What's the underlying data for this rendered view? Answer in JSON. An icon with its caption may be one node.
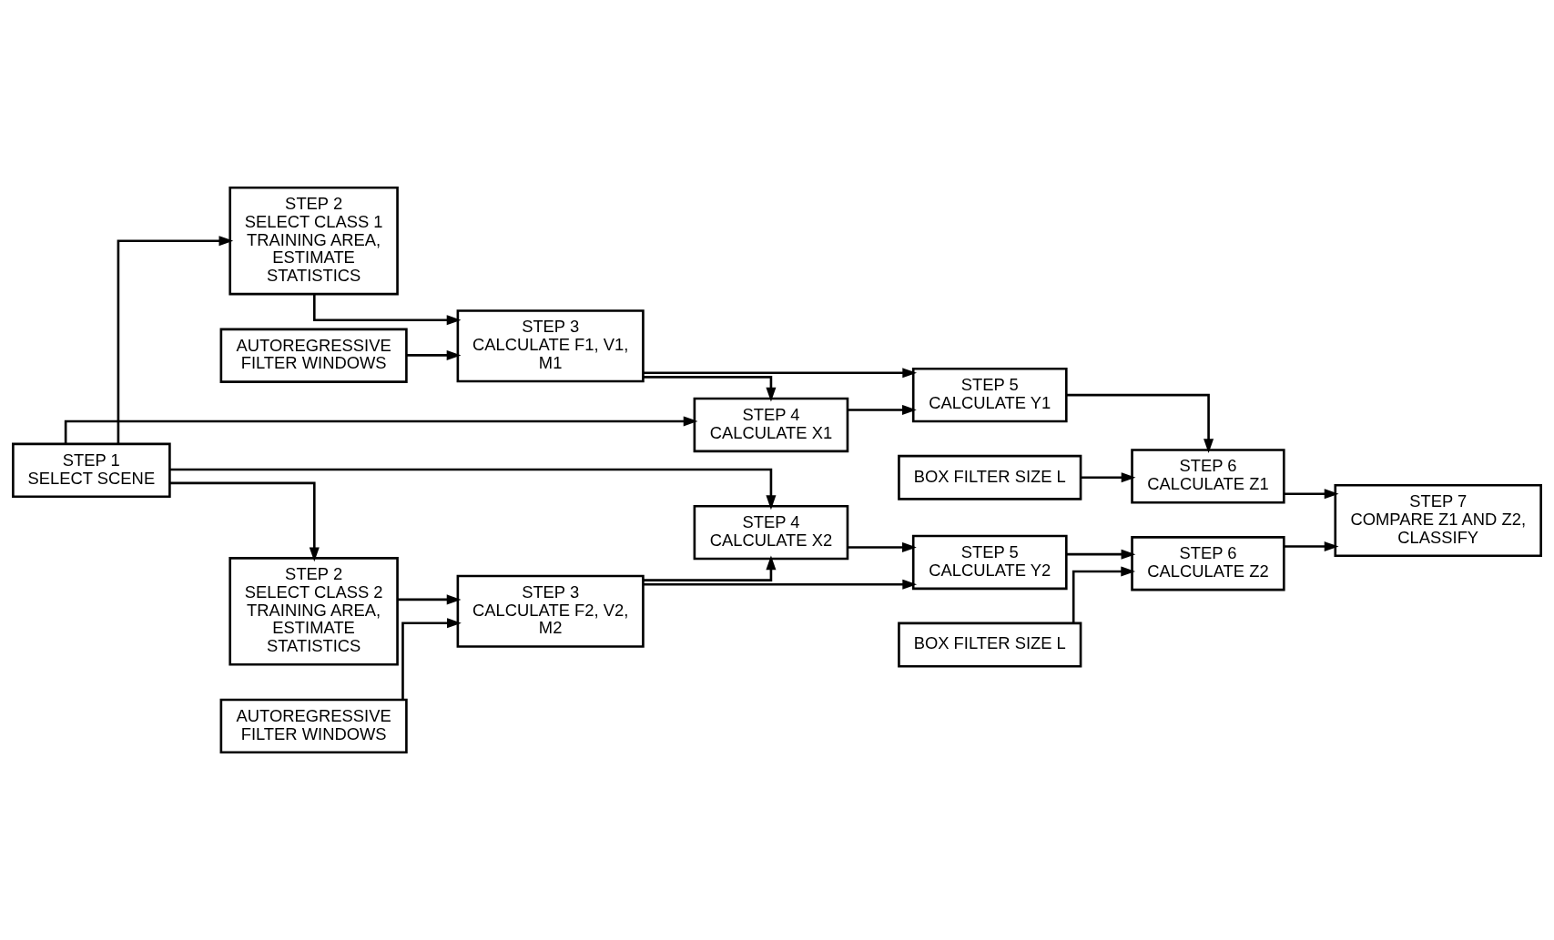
{
  "diagram": {
    "nodes": [
      {
        "text": [
          "STEP 1",
          "SELECT SCENE"
        ]
      },
      {
        "text": [
          "STEP 2",
          "SELECT CLASS 1 TRAINING AREA, ESTIMATE STATISTICS"
        ]
      },
      {
        "text": [
          "STEP 3",
          "CALCULATE F1, V1, M1"
        ]
      },
      {
        "text": [
          "AUTOREGRESSIVE FILTER WINDOWS"
        ]
      },
      {
        "text": [
          "BOX FILTER SIZE L"
        ]
      },
      {
        "text": [
          "STEP 4",
          "CALCULATE X1"
        ]
      },
      {
        "text": [
          "STEP 5",
          "CALCULATE Y1"
        ]
      },
      {
        "text": [
          "STEP 6",
          "CALCULATE Z1"
        ]
      },
      {
        "text": [
          "STEP 7",
          "COMPARE Z1 AND Z2, CLASSIFY"
        ]
      },
      {
        "text": [
          "STEP 4",
          "CALCULATE X2"
        ]
      },
      {
        "text": [
          "STEP 5",
          "CALCULATE Y2"
        ]
      },
      {
        "text": [
          "STEP 6",
          "CALCULATE Z2"
        ]
      },
      {
        "text": [
          "STEP 2",
          "SELECT CLASS 2 TRAINING AREA, ESTIMATE STATISTICS"
        ]
      },
      {
        "text": [
          "STEP 3",
          "CALCULATE F2, V2, M2"
        ]
      },
      {
        "text": [
          "AUTOREGRESSIVE FILTER WINDOWS"
        ]
      },
      {
        "text": [
          "BOX FILTER SIZE L"
        ]
      }
    ],
    "edges": [
      {
        "from": 0,
        "to": 1,
        "arrow": "to"
      },
      {
        "from": 0,
        "to": 12,
        "arrow": "to"
      },
      {
        "from": 0,
        "to": 5,
        "arrow": "to"
      },
      {
        "from": 0,
        "to": 9,
        "arrow": "to"
      },
      {
        "from": 1,
        "to": 2,
        "arrow": "to"
      },
      {
        "from": 3,
        "to": 2,
        "arrow": "to"
      },
      {
        "from": 2,
        "to": 5,
        "arrow": "to"
      },
      {
        "from": 2,
        "to": 6,
        "arrow": "to"
      },
      {
        "from": 4,
        "to": 7,
        "arrow": "to"
      },
      {
        "from": 5,
        "to": 6,
        "arrow": "to"
      },
      {
        "from": 6,
        "to": 7,
        "arrow": "to"
      },
      {
        "from": 7,
        "to": 8,
        "arrow": "to"
      },
      {
        "from": 9,
        "to": 10,
        "arrow": "to"
      },
      {
        "from": 10,
        "to": 11,
        "arrow": "to"
      },
      {
        "from": 11,
        "to": 8,
        "arrow": "to"
      },
      {
        "from": 12,
        "to": 13,
        "arrow": "to"
      },
      {
        "from": 13,
        "to": 9,
        "arrow": "to"
      },
      {
        "from": 13,
        "to": 10,
        "arrow": "to"
      },
      {
        "from": 14,
        "to": 13,
        "arrow": "to"
      },
      {
        "from": 15,
        "to": 11,
        "arrow": "to"
      }
    ]
  }
}
